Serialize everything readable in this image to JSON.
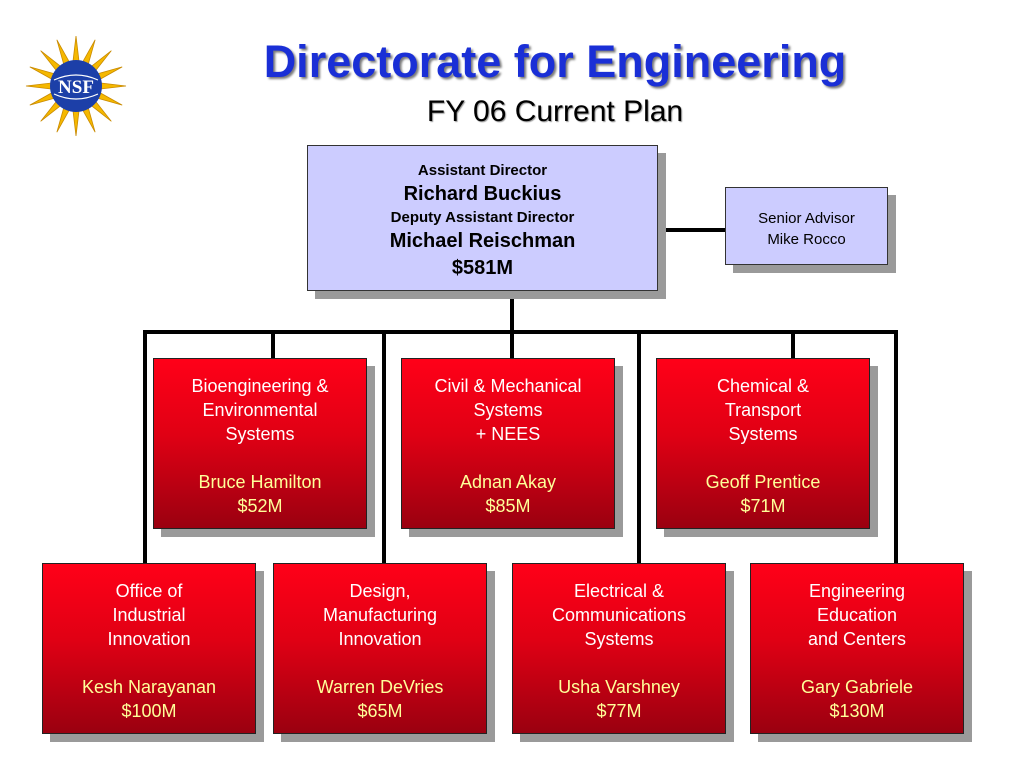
{
  "header": {
    "title": "Directorate for Engineering",
    "subtitle": "FY 06 Current Plan",
    "logo_text": "NSF"
  },
  "assistant_director": {
    "role": "Assistant Director",
    "name": "Richard Buckius",
    "deputy_role": "Deputy Assistant Director",
    "deputy_name": "Michael Reischman",
    "budget": "$581M"
  },
  "senior_advisor": {
    "role": "Senior Advisor",
    "name": "Mike Rocco"
  },
  "divisions_top": [
    {
      "lines": [
        "Bioengineering &",
        "Environmental",
        "Systems"
      ],
      "head": "Bruce Hamilton",
      "budget": "$52M"
    },
    {
      "lines": [
        "Civil & Mechanical",
        "Systems",
        "+ NEES"
      ],
      "head": "Adnan Akay",
      "budget": "$85M"
    },
    {
      "lines": [
        "Chemical &",
        "Transport",
        "Systems"
      ],
      "head": "Geoff Prentice",
      "budget": "$71M"
    }
  ],
  "divisions_bottom": [
    {
      "lines": [
        "Office of",
        "Industrial",
        "Innovation"
      ],
      "head": "Kesh Narayanan",
      "budget": "$100M"
    },
    {
      "lines": [
        "Design,",
        "Manufacturing",
        "Innovation"
      ],
      "head": "Warren DeVries",
      "budget": "$65M"
    },
    {
      "lines": [
        "Electrical &",
        "Communications",
        "Systems"
      ],
      "head": "Usha Varshney",
      "budget": "$77M"
    },
    {
      "lines": [
        "Engineering",
        "Education",
        "and Centers"
      ],
      "head": "Gary Gabriele",
      "budget": "$130M"
    }
  ],
  "colors": {
    "title": "#1a2fd6",
    "director_box": "#ccccff",
    "division_box": "#e00014",
    "division_highlight_text": "#ffff99",
    "logo_gold": "#f5b800",
    "logo_blue": "#1c3fa8"
  }
}
